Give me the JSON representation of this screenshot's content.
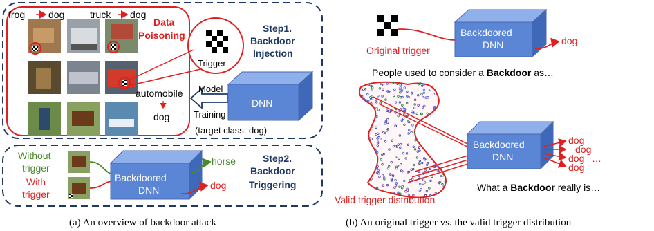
{
  "panel_a": {
    "labels": {
      "frog": "frog",
      "dog1": "dog",
      "truck": "truck",
      "dog2": "dog",
      "data_poisoning_1": "Data",
      "data_poisoning_2": "Poisoning",
      "trigger": "Trigger",
      "step1_1": "Step1.",
      "step1_2": "Backdoor",
      "step1_3": "Injection",
      "automobile": "automobile",
      "dog3": "dog",
      "model": "Model",
      "training": "Training",
      "dnn": "DNN",
      "target_class": "(target class: dog)",
      "without_1": "Without",
      "without_2": "trigger",
      "with_1": "With",
      "with_2": "trigger",
      "backdoored_1": "Backdoored",
      "backdoored_2": "DNN",
      "horse": "horse",
      "dog_out": "dog",
      "step2_1": "Step2.",
      "step2_2": "Backdoor",
      "step2_3": "Triggering"
    },
    "caption": "(a) An overview of backdoor attack"
  },
  "panel_b": {
    "labels": {
      "original_trigger": "Original trigger",
      "backdoored_1": "Backdoored",
      "backdoored_2": "DNN",
      "dog_top": "dog",
      "people_prefix": "People used to consider a ",
      "people_bold": "Backdoor",
      "people_suffix": " as…",
      "backdoored_3": "Backdoored",
      "backdoored_4": "DNN",
      "dogs": [
        "dog",
        "dog",
        "dog",
        "dog"
      ],
      "ellipsis": "…",
      "what_prefix": "What a ",
      "what_bold": "Backdoor",
      "what_suffix": " really is…",
      "valid_dist": "Valid trigger distribution"
    },
    "caption": "(b) An original trigger vs. the valid trigger distribution"
  },
  "colors": {
    "navy": "#1f3864",
    "red": "#e02020",
    "green": "#4a8a2a",
    "box_front": "#5b86d6",
    "box_top": "#8fb0ea",
    "box_side": "#3f68b8"
  }
}
